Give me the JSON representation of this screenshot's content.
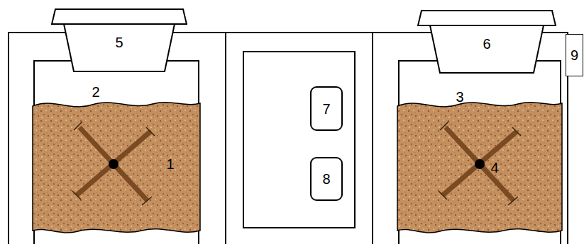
{
  "diagram": {
    "nodes": [
      {
        "text": [
          "5"
        ]
      },
      {
        "text": [
          "6"
        ]
      },
      {
        "text": [
          "9"
        ]
      },
      {
        "text": [
          "7"
        ]
      },
      {
        "text": [
          "8"
        ]
      }
    ],
    "labels": [
      "2",
      "3",
      "1",
      "4"
    ]
  }
}
